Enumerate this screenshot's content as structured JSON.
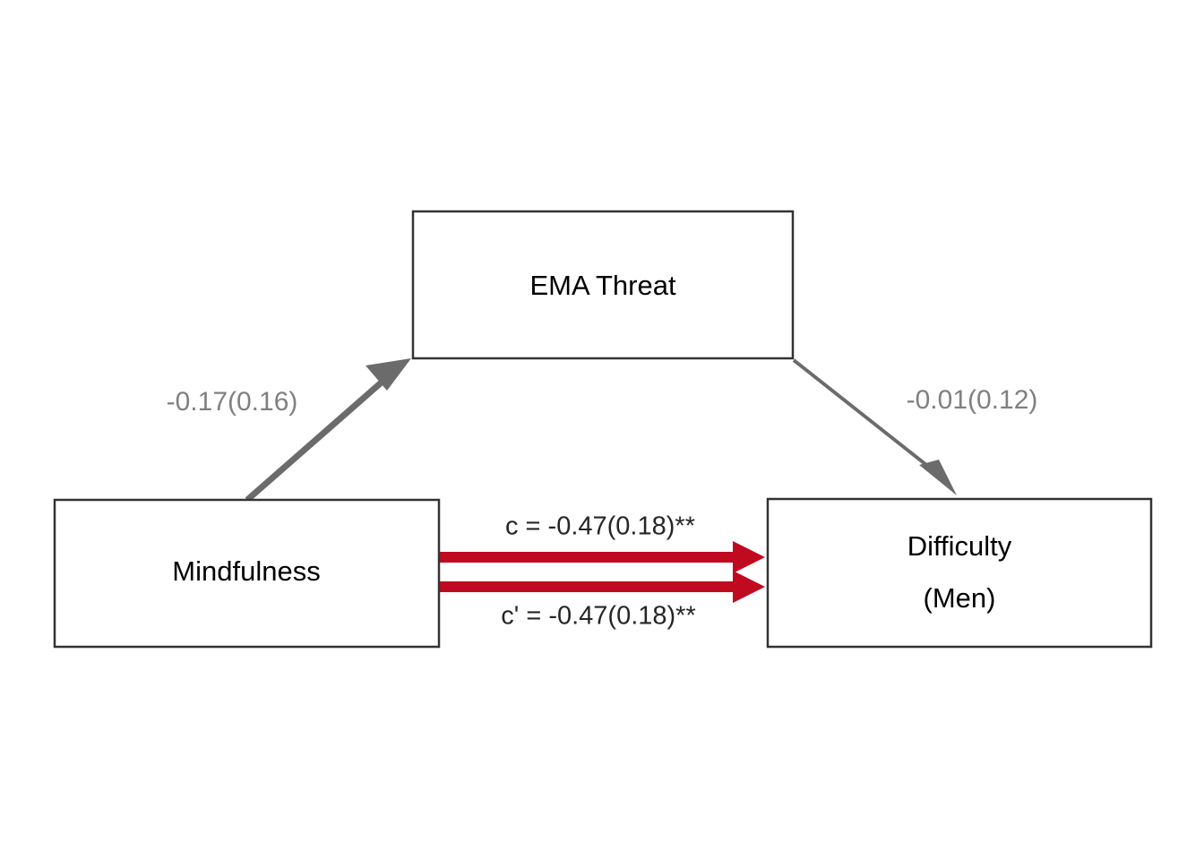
{
  "figure": {
    "type": "mediation-path-diagram",
    "background_color": "#ffffff",
    "title": ""
  },
  "nodes": {
    "mediator": {
      "label": "EMA Threat",
      "role": "mediator"
    },
    "predictor": {
      "label": "Mindfulness",
      "role": "independent-variable"
    },
    "outcome": {
      "label_line1": "Difficulty",
      "label_line2": "(Men)",
      "role": "dependent-variable"
    }
  },
  "paths": {
    "a_path": {
      "label": "-0.17(0.16)",
      "from": "Mindfulness",
      "to": "EMA Threat",
      "coefficient": -0.17,
      "standard_error": 0.16,
      "significance": "",
      "color": "#6b6b6b"
    },
    "b_path": {
      "label": "-0.01(0.12)",
      "from": "EMA Threat",
      "to": "Difficulty (Men)",
      "coefficient": -0.01,
      "standard_error": 0.12,
      "significance": "",
      "color": "#6b6b6b"
    },
    "c_path": {
      "label": "c = -0.47(0.18)**",
      "from": "Mindfulness",
      "to": "Difficulty (Men)",
      "coefficient": -0.47,
      "standard_error": 0.18,
      "significance": "**",
      "color": "#c00a20"
    },
    "c_prime_path": {
      "label": "c' = -0.47(0.18)**",
      "from": "Mindfulness",
      "to": "Difficulty (Men)",
      "coefficient": -0.47,
      "standard_error": 0.18,
      "significance": "**",
      "color": "#c00a20"
    }
  },
  "colors": {
    "box_border": "#333333",
    "gray_arrow": "#6b6b6b",
    "red_arrow": "#c00a20",
    "gray_text": "#808080",
    "dark_text": "#262626"
  }
}
